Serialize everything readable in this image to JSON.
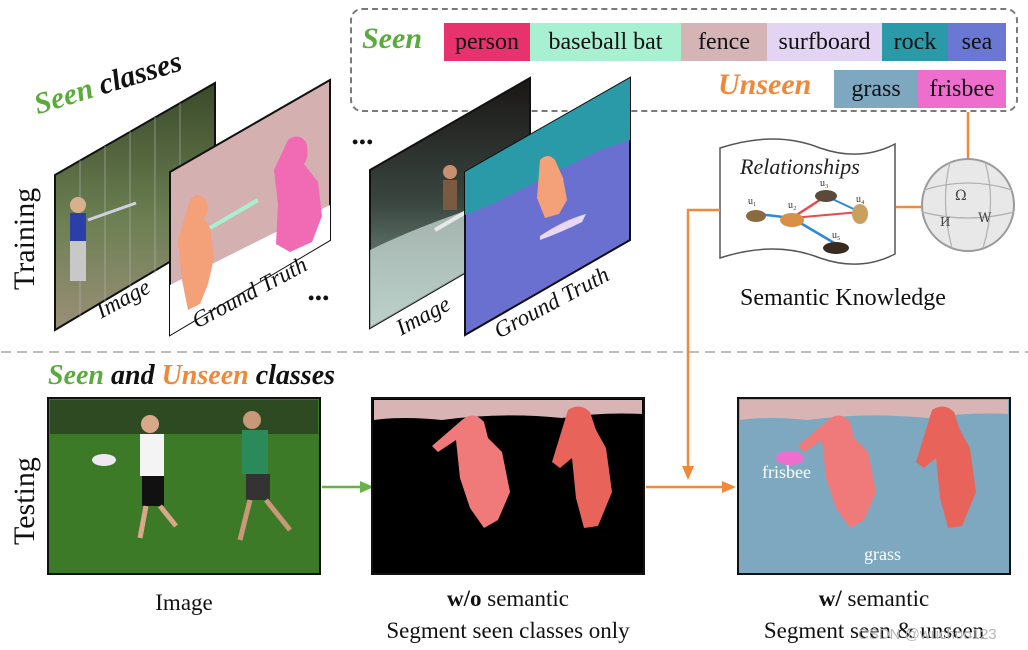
{
  "legend": {
    "seen_label": "Seen",
    "unseen_label": "Unseen",
    "seen_classes": [
      {
        "name": "person",
        "color": "#e8326e"
      },
      {
        "name": "baseball bat",
        "color": "#a8f0d2"
      },
      {
        "name": "fence",
        "color": "#d4b4b4"
      },
      {
        "name": "surfboard",
        "color": "#e4d4f4"
      },
      {
        "name": "rock",
        "color": "#2a9aa8"
      },
      {
        "name": "sea",
        "color": "#6a78d4"
      }
    ],
    "unseen_classes": [
      {
        "name": "grass",
        "color": "#7ea8c0"
      },
      {
        "name": "frisbee",
        "color": "#ee6ecd"
      }
    ]
  },
  "training": {
    "side_label": "Training",
    "heading_seen": "Seen",
    "heading_classes": "classes",
    "image_label_1": "Image",
    "ground_truth_label_1": "Ground Truth",
    "image_label_2": "Image",
    "ground_truth_label_2": "Ground Truth",
    "ellipsis_top": "•••",
    "ellipsis_bottom": "•••"
  },
  "knowledge": {
    "relationships_title": "Relationships",
    "caption": "Semantic Knowledge",
    "node_labels": [
      "u₁",
      "u₂",
      "u₃",
      "u₄",
      "u₅"
    ]
  },
  "testing": {
    "side_label": "Testing",
    "heading_seen": "Seen",
    "heading_and": "and",
    "heading_unseen": "Unseen",
    "heading_classes": "classes",
    "image_caption": "Image",
    "wo_caption_bold": "w/o",
    "wo_caption_rest": " semantic",
    "wo_caption_line2": "Segment seen classes only",
    "w_caption_bold": "w/",
    "w_caption_rest": " semantic",
    "w_caption_line2": "Segment seen & unseen",
    "frisbee_label": "frisbee",
    "grass_label": "grass"
  },
  "watermark": "CSDN @wuchoo123",
  "colors": {
    "seen_green": "#5aaa3c",
    "unseen_orange": "#f0883a",
    "arrow_orange": "#f08a3a",
    "arrow_green": "#6ab04c"
  }
}
